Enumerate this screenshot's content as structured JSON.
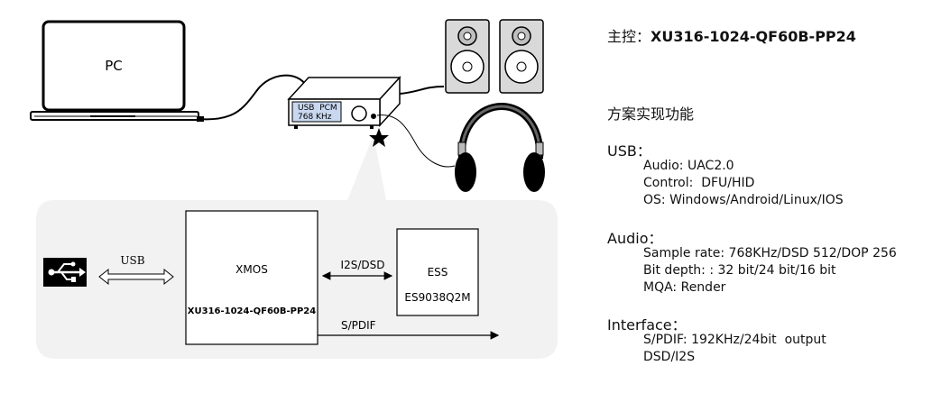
{
  "diagram": {
    "pc_label": "PC",
    "dac_display_line1": "USB  PCM",
    "dac_display_line2": "768 KHz",
    "usb_arrow_label": "USB",
    "xmos_label": "XMOS",
    "xmos_part": "XU316-1024-QF60B-PP24",
    "i2s_label": "I2S/DSD",
    "spdif_label": "S/PDIF",
    "ess_label": "ESS",
    "ess_part": "ES9038Q2M",
    "icons": [
      "laptop-icon",
      "speaker-icon",
      "headphones-icon",
      "usb-icon",
      "star-icon"
    ]
  },
  "specs": {
    "controller_prefix": "主控：",
    "controller_part": "XU316-1024-QF60B-PP24",
    "features_title": "方案实现功能",
    "usb_title": "USB：",
    "usb_items": [
      "Audio: UAC2.0",
      "Control:  DFU/HID",
      "OS: Windows/Android/Linux/IOS"
    ],
    "audio_title": "Audio：",
    "audio_items": [
      "Sample rate: 768KHz/DSD 512/DOP 256",
      "Bit depth: : 32 bit/24 bit/16 bit",
      "MQA: Render"
    ],
    "interface_title": "Interface：",
    "interface_items": [
      "S/PDIF: 192KHz/24bit  output",
      "DSD/I2S"
    ]
  }
}
